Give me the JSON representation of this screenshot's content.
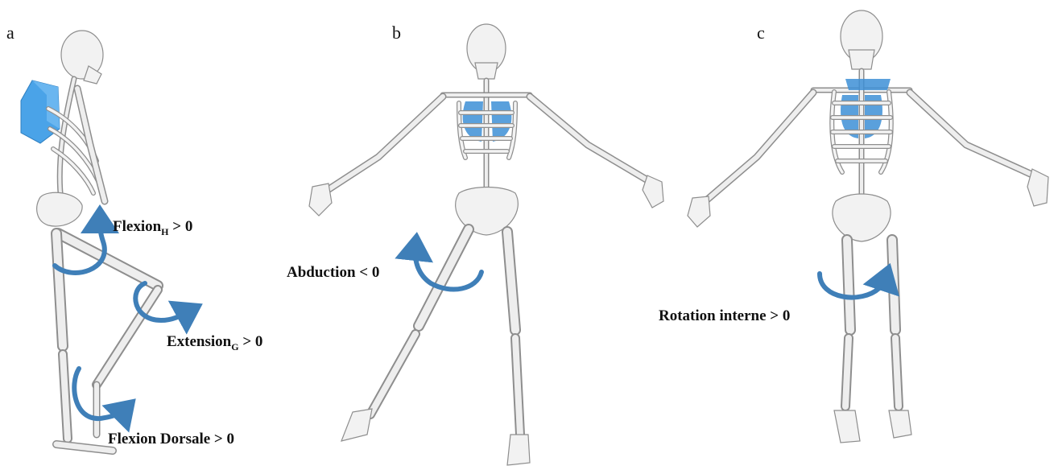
{
  "panels": [
    {
      "letter": "a",
      "annotations": [
        {
          "main": "Flexion",
          "sub": "H",
          "rest": " > 0"
        },
        {
          "main": "Extension",
          "sub": "G",
          "rest": " > 0"
        },
        {
          "main": "Flexion Dorsale > 0",
          "sub": "",
          "rest": ""
        }
      ]
    },
    {
      "letter": "b",
      "annotations": [
        {
          "main": "Abduction < 0",
          "sub": "",
          "rest": ""
        }
      ]
    },
    {
      "letter": "c",
      "annotations": [
        {
          "main": "Rotation interne > 0",
          "sub": "",
          "rest": ""
        }
      ]
    }
  ],
  "colors": {
    "arrow": "#3f7fb8",
    "backpack": "#4aa3e8",
    "lungs": "#3d8fd6",
    "bone": "#f2f2f2",
    "bone_outline": "#8e8e8e"
  }
}
